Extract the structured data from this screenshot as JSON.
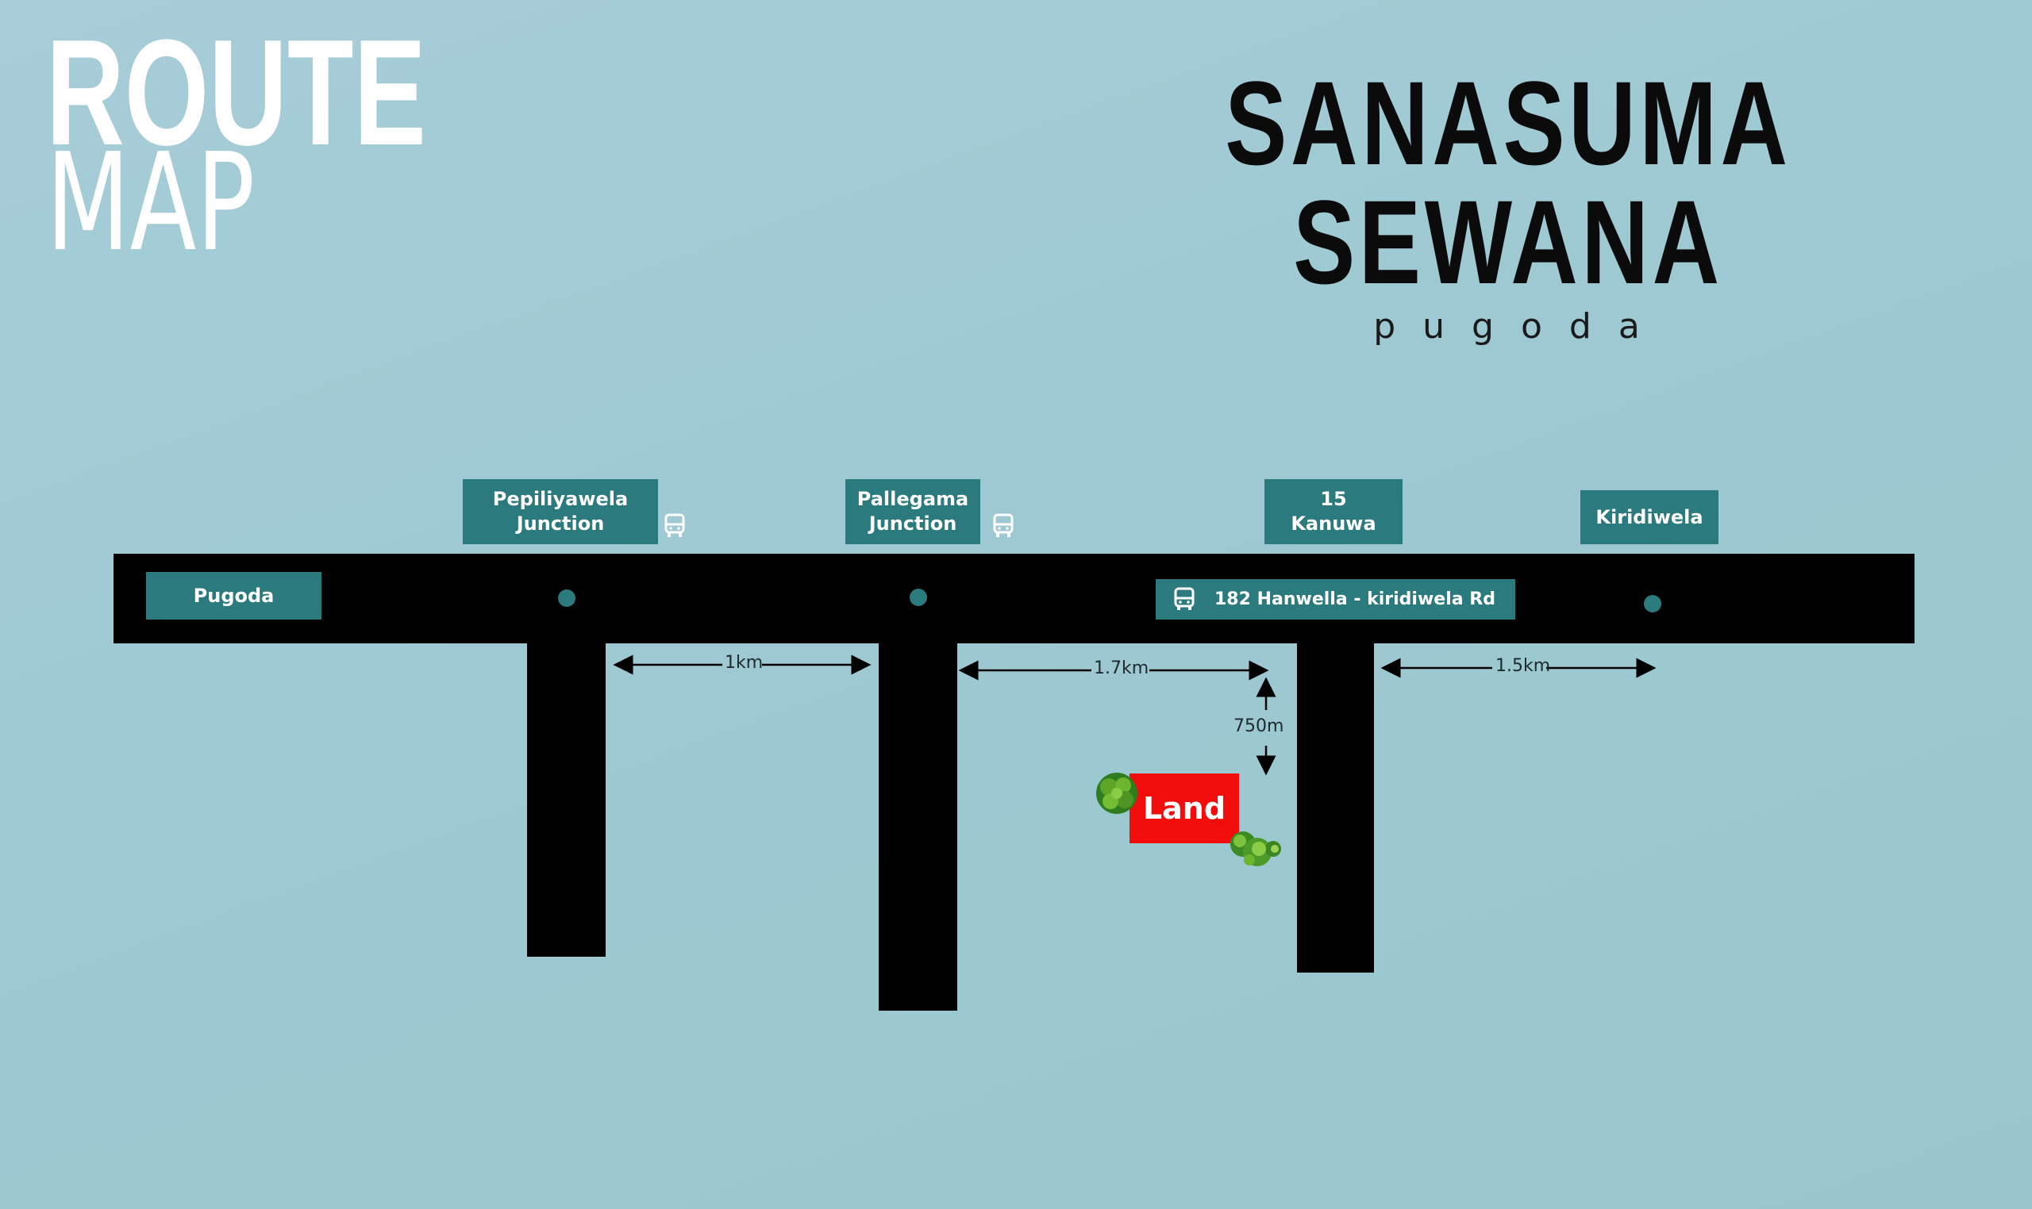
{
  "header": {
    "route_line1": "ROUTE",
    "route_line2": "MAP"
  },
  "brand": {
    "name": "SANASUMA  SEWANA",
    "subtitle": "pugoda"
  },
  "places": {
    "pugoda": "Pugoda",
    "pepiliyawela_1": "Pepiliyawela",
    "pepiliyawela_2": "Junction",
    "pallegama_1": "Pallegama",
    "pallegama_2": "Junction",
    "kanuwa_1": "15",
    "kanuwa_2": "Kanuwa",
    "kiridiwela": "Kiridiwela",
    "route_182": "182  Hanwella - kiridiwela Rd"
  },
  "distances": {
    "d1": "1km",
    "d2": "1.7km",
    "d3": "1.5km",
    "d4": "750m"
  },
  "land": {
    "label": "Land"
  },
  "icons": [
    "bus-icon",
    "tree-icon"
  ],
  "colors": {
    "road": "#000000",
    "label_bg": "#2b7a7e",
    "land_bg": "#f20d0d",
    "background": "#9ec9d2"
  }
}
